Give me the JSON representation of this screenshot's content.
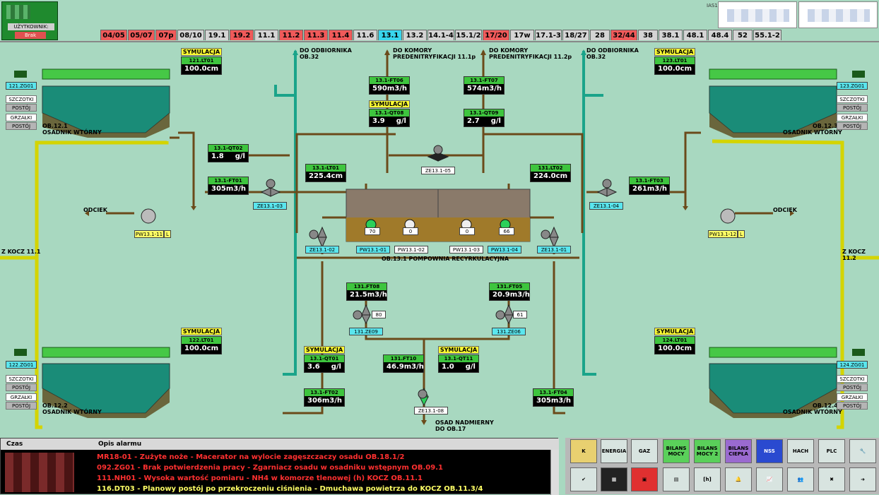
{
  "header": {
    "user_label": "UŻYTKOWNIK:",
    "user_value": "Brak",
    "station_id": "IAS1",
    "tabs": [
      {
        "label": "04/05",
        "state": "red"
      },
      {
        "label": "05/07",
        "state": "red"
      },
      {
        "label": "07p",
        "state": "red"
      },
      {
        "label": "08/10",
        "state": "grey"
      },
      {
        "label": "19.1",
        "state": "grey"
      },
      {
        "label": "19.2",
        "state": "red"
      },
      {
        "label": "11.1",
        "state": "grey"
      },
      {
        "label": "11.2",
        "state": "red"
      },
      {
        "label": "11.3",
        "state": "red"
      },
      {
        "label": "11.4",
        "state": "red"
      },
      {
        "label": "11.6",
        "state": "grey"
      },
      {
        "label": "13.1",
        "state": "cyan"
      },
      {
        "label": "13.2",
        "state": "grey"
      },
      {
        "label": "14.1-4",
        "state": "grey"
      },
      {
        "label": "15.1/2",
        "state": "grey"
      },
      {
        "label": "17/20",
        "state": "red"
      },
      {
        "label": "17w",
        "state": "grey"
      },
      {
        "label": "17.1-3",
        "state": "grey"
      },
      {
        "label": "18/27",
        "state": "grey"
      },
      {
        "label": "28",
        "state": "grey"
      },
      {
        "label": "32/44",
        "state": "red"
      },
      {
        "label": "38",
        "state": "grey"
      },
      {
        "label": "38.1",
        "state": "grey"
      },
      {
        "label": "48.1",
        "state": "grey"
      },
      {
        "label": "48.4",
        "state": "grey"
      },
      {
        "label": "52",
        "state": "grey"
      },
      {
        "label": "55.1-2",
        "state": "grey"
      }
    ]
  },
  "colors": {
    "pipe_yellow": "#d4d400",
    "pipe_teal": "#1aa48a",
    "pipe_brown": "#6b4a1a",
    "background": "#a8d8c0",
    "alarm_red": "#ff3030"
  },
  "labels": {
    "do_odbiornika": "DO ODBIORNIKA",
    "ob32": "OB.32",
    "do_komory": "DO KOMORY",
    "predenit_1": "PREDENITRYFIKACJI 11.1p",
    "predenit_2": "PREDENITRYFIKACJI 11.2p",
    "odciek": "ODCIEK",
    "z_kocz_11_1": "Z KOCZ 11.1",
    "z_kocz_11_2": "Z KOCZ 11.2",
    "pompownia": "OB.13.1 POMPOWNIA RECYRKULACYJNA",
    "osad_nadmierny": "OSAD NADMIERNY",
    "do_ob17": "DO OB.17",
    "ob12_1": "OB.12.1",
    "ob12_2": "OB.12.2",
    "ob12_3": "OB.12.3",
    "ob12_4": "OB.12.4",
    "osadnik": "OSADNIK WTÓRNY",
    "szczotki": "SZCZOTKI",
    "grzalki": "GRZAŁKI",
    "postoj": "POSTÓJ",
    "symulacja": "SYMULACJA"
  },
  "instruments": {
    "lt121": {
      "tag": "121.LT01",
      "value": "100.0",
      "unit": "cm"
    },
    "lt123": {
      "tag": "123.LT01",
      "value": "100.0",
      "unit": "cm"
    },
    "lt122": {
      "tag": "122.LT01",
      "value": "100.0",
      "unit": "cm"
    },
    "lt124": {
      "tag": "124.LT01",
      "value": "100.0",
      "unit": "cm"
    },
    "ft06": {
      "tag": "13.1-FT06",
      "value": "590",
      "unit": "m3/h"
    },
    "ft07": {
      "tag": "13.1-FT07",
      "value": "574",
      "unit": "m3/h"
    },
    "qt08": {
      "tag": "13.1-QT08",
      "value": "3.9",
      "unit": "g/l"
    },
    "qt09": {
      "tag": "13.1-QT09",
      "value": "2.7",
      "unit": "g/l"
    },
    "qt02": {
      "tag": "13.1-QT02",
      "value": "1.8",
      "unit": "g/l"
    },
    "ft01": {
      "tag": "13.1-FT01",
      "value": "305",
      "unit": "m3/h"
    },
    "ft03": {
      "tag": "13.1-FT03",
      "value": "261",
      "unit": "m3/h"
    },
    "lt01": {
      "tag": "13.1-LT01",
      "value": "225.4",
      "unit": "cm"
    },
    "lt02": {
      "tag": "131.LT02",
      "value": "224.0",
      "unit": "cm"
    },
    "ft08": {
      "tag": "131.FT08",
      "value": "21.5",
      "unit": "m3/h"
    },
    "ft05": {
      "tag": "131.FT05",
      "value": "20.9",
      "unit": "m3/h"
    },
    "qt01": {
      "tag": "13.1-QT01",
      "value": "3.6",
      "unit": "g/l"
    },
    "ft10": {
      "tag": "131.FT10",
      "value": "46.9",
      "unit": "m3/h"
    },
    "qt11": {
      "tag": "13.1-QT11",
      "value": "1.0",
      "unit": "g/l"
    },
    "ft02": {
      "tag": "13.1-FT02",
      "value": "306",
      "unit": "m3/h"
    },
    "ft04": {
      "tag": "13.1-FT04",
      "value": "305",
      "unit": "m3/h"
    }
  },
  "tags": {
    "zg121": "121.ZG01",
    "zg123": "123.ZG01",
    "zg122": "122.ZG01",
    "zg124": "124.ZG01",
    "ze05": "ZE13.1-05",
    "ze03": "ZE13.1-03",
    "ze04": "ZE13.1-04",
    "ze02": "ZE13.1-02",
    "ze01": "ZE13.1-01",
    "ze09": "131.ZE09",
    "ze06": "131.ZE06",
    "ze08": "ZE13.1-08",
    "pw11": "PW13.1-11",
    "pw12": "PW13.1-12",
    "l": "L",
    "pw01": "PW13.1-01",
    "pw02": "PW13.1-02",
    "pw03": "PW13.1-03",
    "pw04": "PW13.1-04",
    "pump1_val": "70",
    "pump2_val": "0",
    "pump3_val": "0",
    "pump4_val": "66",
    "valve_80": "80",
    "valve_61": "61"
  },
  "alarms": {
    "col_time": "Czas",
    "col_desc": "Opis alarmu",
    "rows": [
      {
        "text": "MR18-01 - Zużyte noże - Macerator na wylocie zagęszczaczy osadu OB.18.1/2",
        "color": "#ff3030"
      },
      {
        "text": "092.ZG01 - Brak potwierdzenia pracy - Zgarniacz osadu w osadniku wstępnym OB.09.1",
        "color": "#ff3030"
      },
      {
        "text": "111.NH01 - Wysoka wartość pomiaru - NH4 w komorze tlenowej (h) KOCZ OB.11.1",
        "color": "#ff3030"
      },
      {
        "text": "116.DT03 - Planowy postój po przekroczeniu ciśnienia - Dmuchawa powietrza do KOCZ OB.11.3/4",
        "color": "#ffff66"
      }
    ]
  },
  "buttons": {
    "energia": "ENERGIA",
    "gaz": "GAZ",
    "bilans_mocy": "BILANS MOCY",
    "bilans_mocy2": "BILANS MOCY 2",
    "bilans_ciepla": "BILANS CIEPŁA",
    "nss": "NSS",
    "hach": "HACH",
    "plc": "PLC",
    "k": "K",
    "h": "[h]"
  }
}
